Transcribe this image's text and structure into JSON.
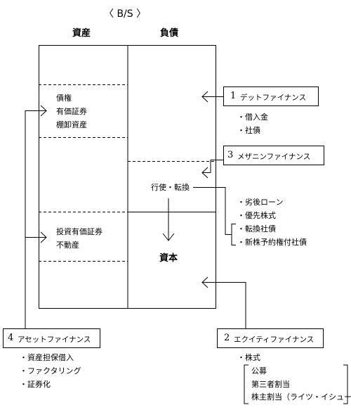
{
  "title": "〈 B/S 〉",
  "assets_header": "資産",
  "liabilities_header": "負債",
  "asset_items_1": [
    "債権",
    "有価証券",
    "棚卸資産"
  ],
  "asset_items_2": [
    "投資有価証券",
    "不動産"
  ],
  "exercise_convert": "行使・転換",
  "capital": "資本",
  "debt": {
    "number": "1",
    "label": "デットファイナンス",
    "items": [
      "・借入金",
      "・社債"
    ]
  },
  "mezzanine": {
    "number": "3",
    "label": "メザニンファイナンス",
    "items": [
      "・劣後ローン",
      "・優先株式",
      "・転換社債",
      "・新株予約権付社債"
    ]
  },
  "equity": {
    "number": "2",
    "label": "エクイティファイナンス",
    "items": [
      "・株式"
    ],
    "sub_items": [
      "公募",
      "第三者割当",
      "株主割当（ライツ・イシュー）"
    ]
  },
  "asset": {
    "number": "4",
    "label": "アセットファイナンス",
    "items": [
      "・資産担保借入",
      "・ファクタリング",
      "・証券化"
    ]
  }
}
